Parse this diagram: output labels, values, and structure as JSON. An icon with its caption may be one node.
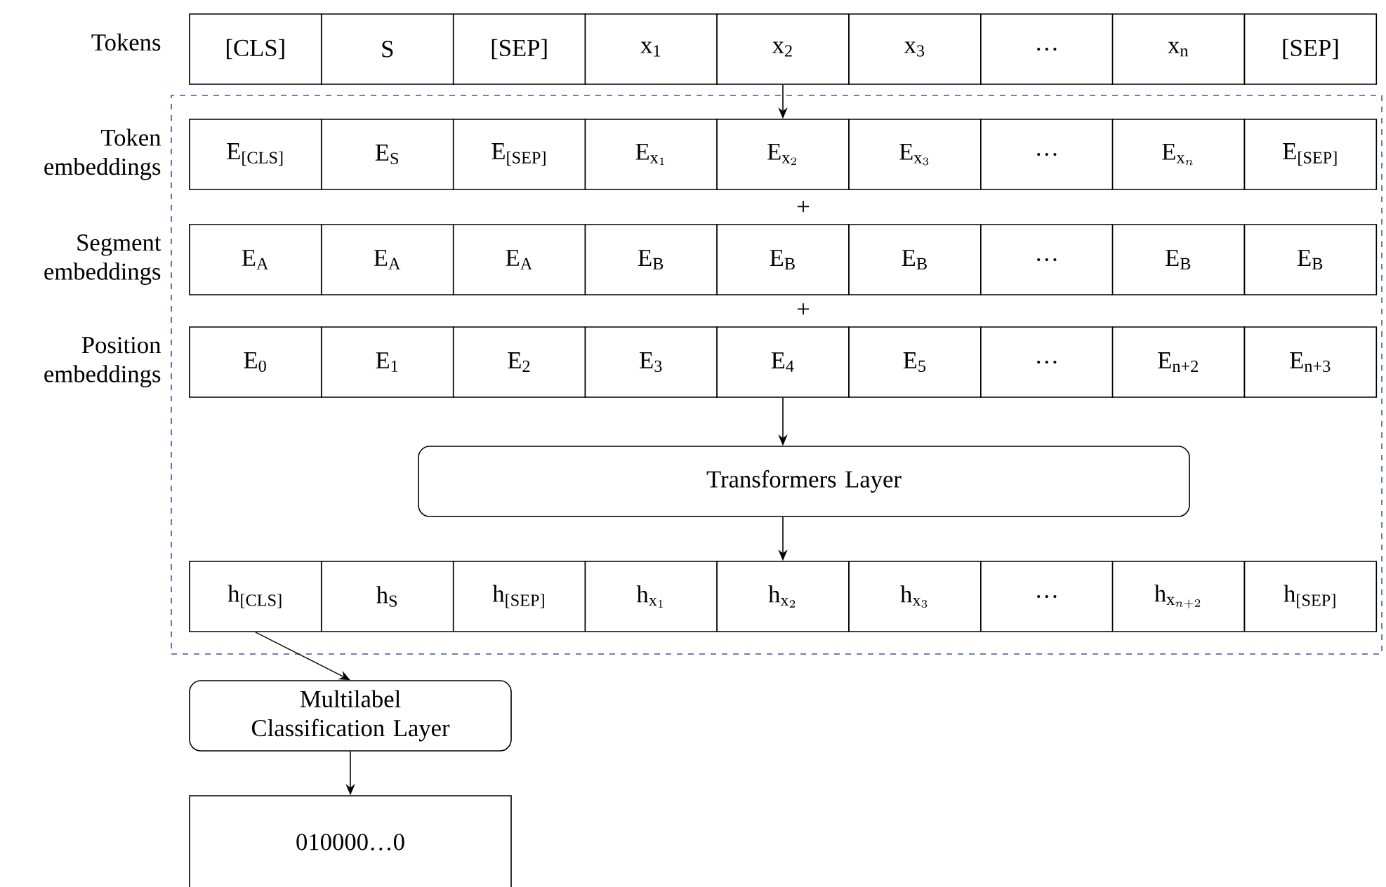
{
  "diagram": {
    "nodes": [
      {
        "text": [
          "[CLS]"
        ]
      },
      {
        "text": [
          "S"
        ]
      },
      {
        "text": [
          "[SEP]"
        ]
      },
      {
        "text": [
          "x$_{1}$"
        ]
      },
      {
        "text": [
          "x$_{2}$"
        ]
      },
      {
        "text": [
          "x$_{3}$"
        ]
      },
      {
        "text": [
          "…"
        ]
      },
      {
        "text": [
          "x$_{n}$"
        ]
      },
      {
        "text": [
          "[SEP]"
        ]
      },
      {
        "text": [],
        "shape": "box"
      },
      {
        "text": [
          "E$_{[CLS]}$"
        ],
        "in": 9
      },
      {
        "text": [
          "E$_{S}$"
        ],
        "in": 9
      },
      {
        "text": [
          "E$_{[SEP]}$"
        ],
        "in": 9
      },
      {
        "text": [
          "\\mathrm{E}_{\\mathrm{x}_{1}}"
        ],
        "in": 9
      },
      {
        "text": [
          "\\mathrm{E}_{\\mathrm{x}_{2}}"
        ],
        "in": 9
      },
      {
        "text": [
          "\\mathrm{E}_{\\mathrm{x}_{3}}"
        ],
        "in": 9
      },
      {
        "text": [
          "…"
        ],
        "in": 9
      },
      {
        "text": [
          "\\mathrm{E}_{\\mathrm{x}_{n}}"
        ],
        "in": 9
      },
      {
        "text": [
          "E$_{[SEP]}$"
        ],
        "in": 9
      },
      {
        "text": [
          "E$_{A}$"
        ],
        "in": 9
      },
      {
        "text": [
          "E$_{A}$"
        ],
        "in": 9
      },
      {
        "text": [
          "E$_{A}$"
        ],
        "in": 9
      },
      {
        "text": [
          "E$_{B}$"
        ],
        "in": 9
      },
      {
        "text": [
          "E$_{B}$"
        ],
        "in": 9
      },
      {
        "text": [
          "E$_{B}$"
        ],
        "in": 9
      },
      {
        "text": [
          "…"
        ],
        "in": 9
      },
      {
        "text": [
          "E$_{B}$"
        ],
        "in": 9
      },
      {
        "text": [
          "E$_{B}$"
        ],
        "in": 9
      },
      {
        "text": [
          "E$_{0}$"
        ],
        "in": 9
      },
      {
        "text": [
          "E$_{1}$"
        ],
        "in": 9
      },
      {
        "text": [
          "E$_{2}$"
        ],
        "in": 9
      },
      {
        "text": [
          "E$_{3}$"
        ],
        "in": 9
      },
      {
        "text": [
          "E$_{4}$"
        ],
        "in": 9
      },
      {
        "text": [
          "E$_{5}$"
        ],
        "in": 9
      },
      {
        "text": [
          "…"
        ],
        "in": 9
      },
      {
        "text": [
          "E$_{n+2}$"
        ],
        "in": 9
      },
      {
        "text": [
          "E$_{n+3}$"
        ],
        "in": 9
      },
      {
        "text": [
          "Transformers Layer"
        ],
        "in": 9
      },
      {
        "text": [
          "h$_{[CLS]}$"
        ],
        "in": 9
      },
      {
        "text": [
          "h$_{S}$"
        ],
        "in": 9
      },
      {
        "text": [
          "h$_{[SEP]}$"
        ],
        "in": 9
      },
      {
        "text": [
          "\\mathrm{h}_{\\mathrm{x}_{1}}"
        ],
        "in": 9
      },
      {
        "text": [
          "\\mathrm{h}_{\\mathrm{x}_{2}}"
        ],
        "in": 9
      },
      {
        "text": [
          "\\mathrm{h}_{\\mathrm{x}_{3}}"
        ],
        "in": 9
      },
      {
        "text": [
          "…"
        ],
        "in": 9
      },
      {
        "text": [
          "\\mathrm{h}_{\\mathrm{x}_{n+2}}"
        ],
        "in": 9
      },
      {
        "text": [
          "h$_{[SEP]}$"
        ],
        "in": 9
      },
      {
        "text": [
          "Multilabel Classification Layer"
        ]
      },
      {
        "text": [
          "010000…0"
        ]
      }
    ],
    "edges": [
      {
        "from": 4,
        "to": 14,
        "arrow": "to"
      },
      {
        "from": 32,
        "to": 37,
        "arrow": "to"
      },
      {
        "from": 37,
        "to": 42,
        "arrow": "to"
      },
      {
        "from": 38,
        "to": 47,
        "arrow": "to"
      },
      {
        "from": 47,
        "to": 48,
        "arrow": "to"
      }
    ],
    "labels": [
      "Tokens",
      "Token embeddings",
      "Segment embeddings",
      "Position embeddings",
      "+",
      "+"
    ]
  }
}
